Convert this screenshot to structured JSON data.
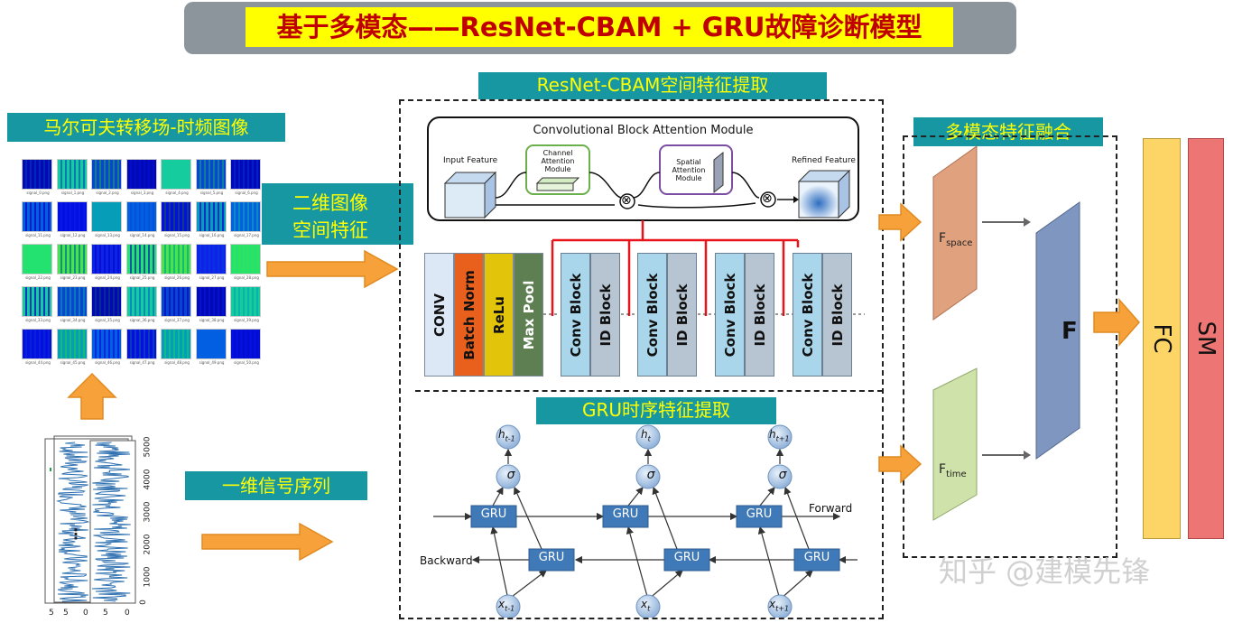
{
  "title": "基于多模态——ResNet-CBAM + GRU故障诊断模型",
  "labels": {
    "resnet_section": "ResNet-CBAM空间特征提取",
    "markov_image": "马尔可夫转移场-时频图像",
    "two_d_line1": "二维图像",
    "two_d_line2": "空间特征",
    "one_d_signal": "一维信号序列",
    "gru_section": "GRU时序特征提取",
    "fusion_section": "多模态特征融合"
  },
  "cbam": {
    "title": "Convolutional Block Attention Module",
    "input_feature": "Input Feature",
    "channel_module": [
      "Channel",
      "Attention",
      "Module"
    ],
    "spatial_module": [
      "Spatial",
      "Attention",
      "Module"
    ],
    "refined_feature": "Refined Feature",
    "multiply_symbol": "⊗"
  },
  "resnet_blocks": {
    "stem": [
      "CONV",
      "Batch Norm",
      "ReLu",
      "Max Pool"
    ],
    "conv_block": "Conv Block",
    "id_block": "ID Block",
    "colors": {
      "conv": "#dde8f6",
      "bn": "#e8601c",
      "relu": "#e2c40a",
      "pool": "#5d7f52",
      "cb": "#a9d6ea",
      "ib": "#b7c5d3",
      "red": "#e8141a"
    }
  },
  "signal_captions": [
    [
      "signal_0.png",
      "signal_1.png",
      "signal_2.png",
      "signal_3.png",
      "signal_4.png",
      "signal_5.png",
      "signal_6.png"
    ],
    [
      "signal_11.png",
      "signal_12.png",
      "signal_13.png",
      "signal_14.png",
      "signal_15.png",
      "signal_16.png",
      "signal_17.png"
    ],
    [
      "signal_22.png",
      "signal_23.png",
      "signal_24.png",
      "signal_25.png",
      "signal_26.png",
      "signal_27.png",
      "signal_28.png"
    ],
    [
      "signal_33.png",
      "signal_34.png",
      "signal_35.png",
      "signal_36.png",
      "signal_37.png",
      "signal_38.png",
      "signal_39.png"
    ],
    [
      "signal_44.png",
      "signal_45.png",
      "signal_46.png",
      "signal_47.png",
      "signal_48.png",
      "signal_49.png",
      "signal_50.png"
    ]
  ],
  "signal_plot": {
    "y_ticks": [
      "5000",
      "4000",
      "3000",
      "2000",
      "1000",
      "0"
    ],
    "x_ticks": [
      "5",
      "5",
      "0",
      "5",
      "0"
    ],
    "ellipsis": "⋮"
  },
  "gru": {
    "cell_label": "GRU",
    "forward": "Forward",
    "backward": "Backward",
    "sigma": "σ",
    "h_nodes": [
      "t-1",
      "t",
      "t+1"
    ],
    "x_nodes": [
      "t-1",
      "t",
      "t+1"
    ]
  },
  "fusion": {
    "f_space_main": "F",
    "f_space_sub": "space",
    "f_time_main": "F",
    "f_time_sub": "time",
    "f_fused": "F",
    "fc": "FC",
    "sm": "SM"
  },
  "watermark": "知乎 @建模先锋"
}
